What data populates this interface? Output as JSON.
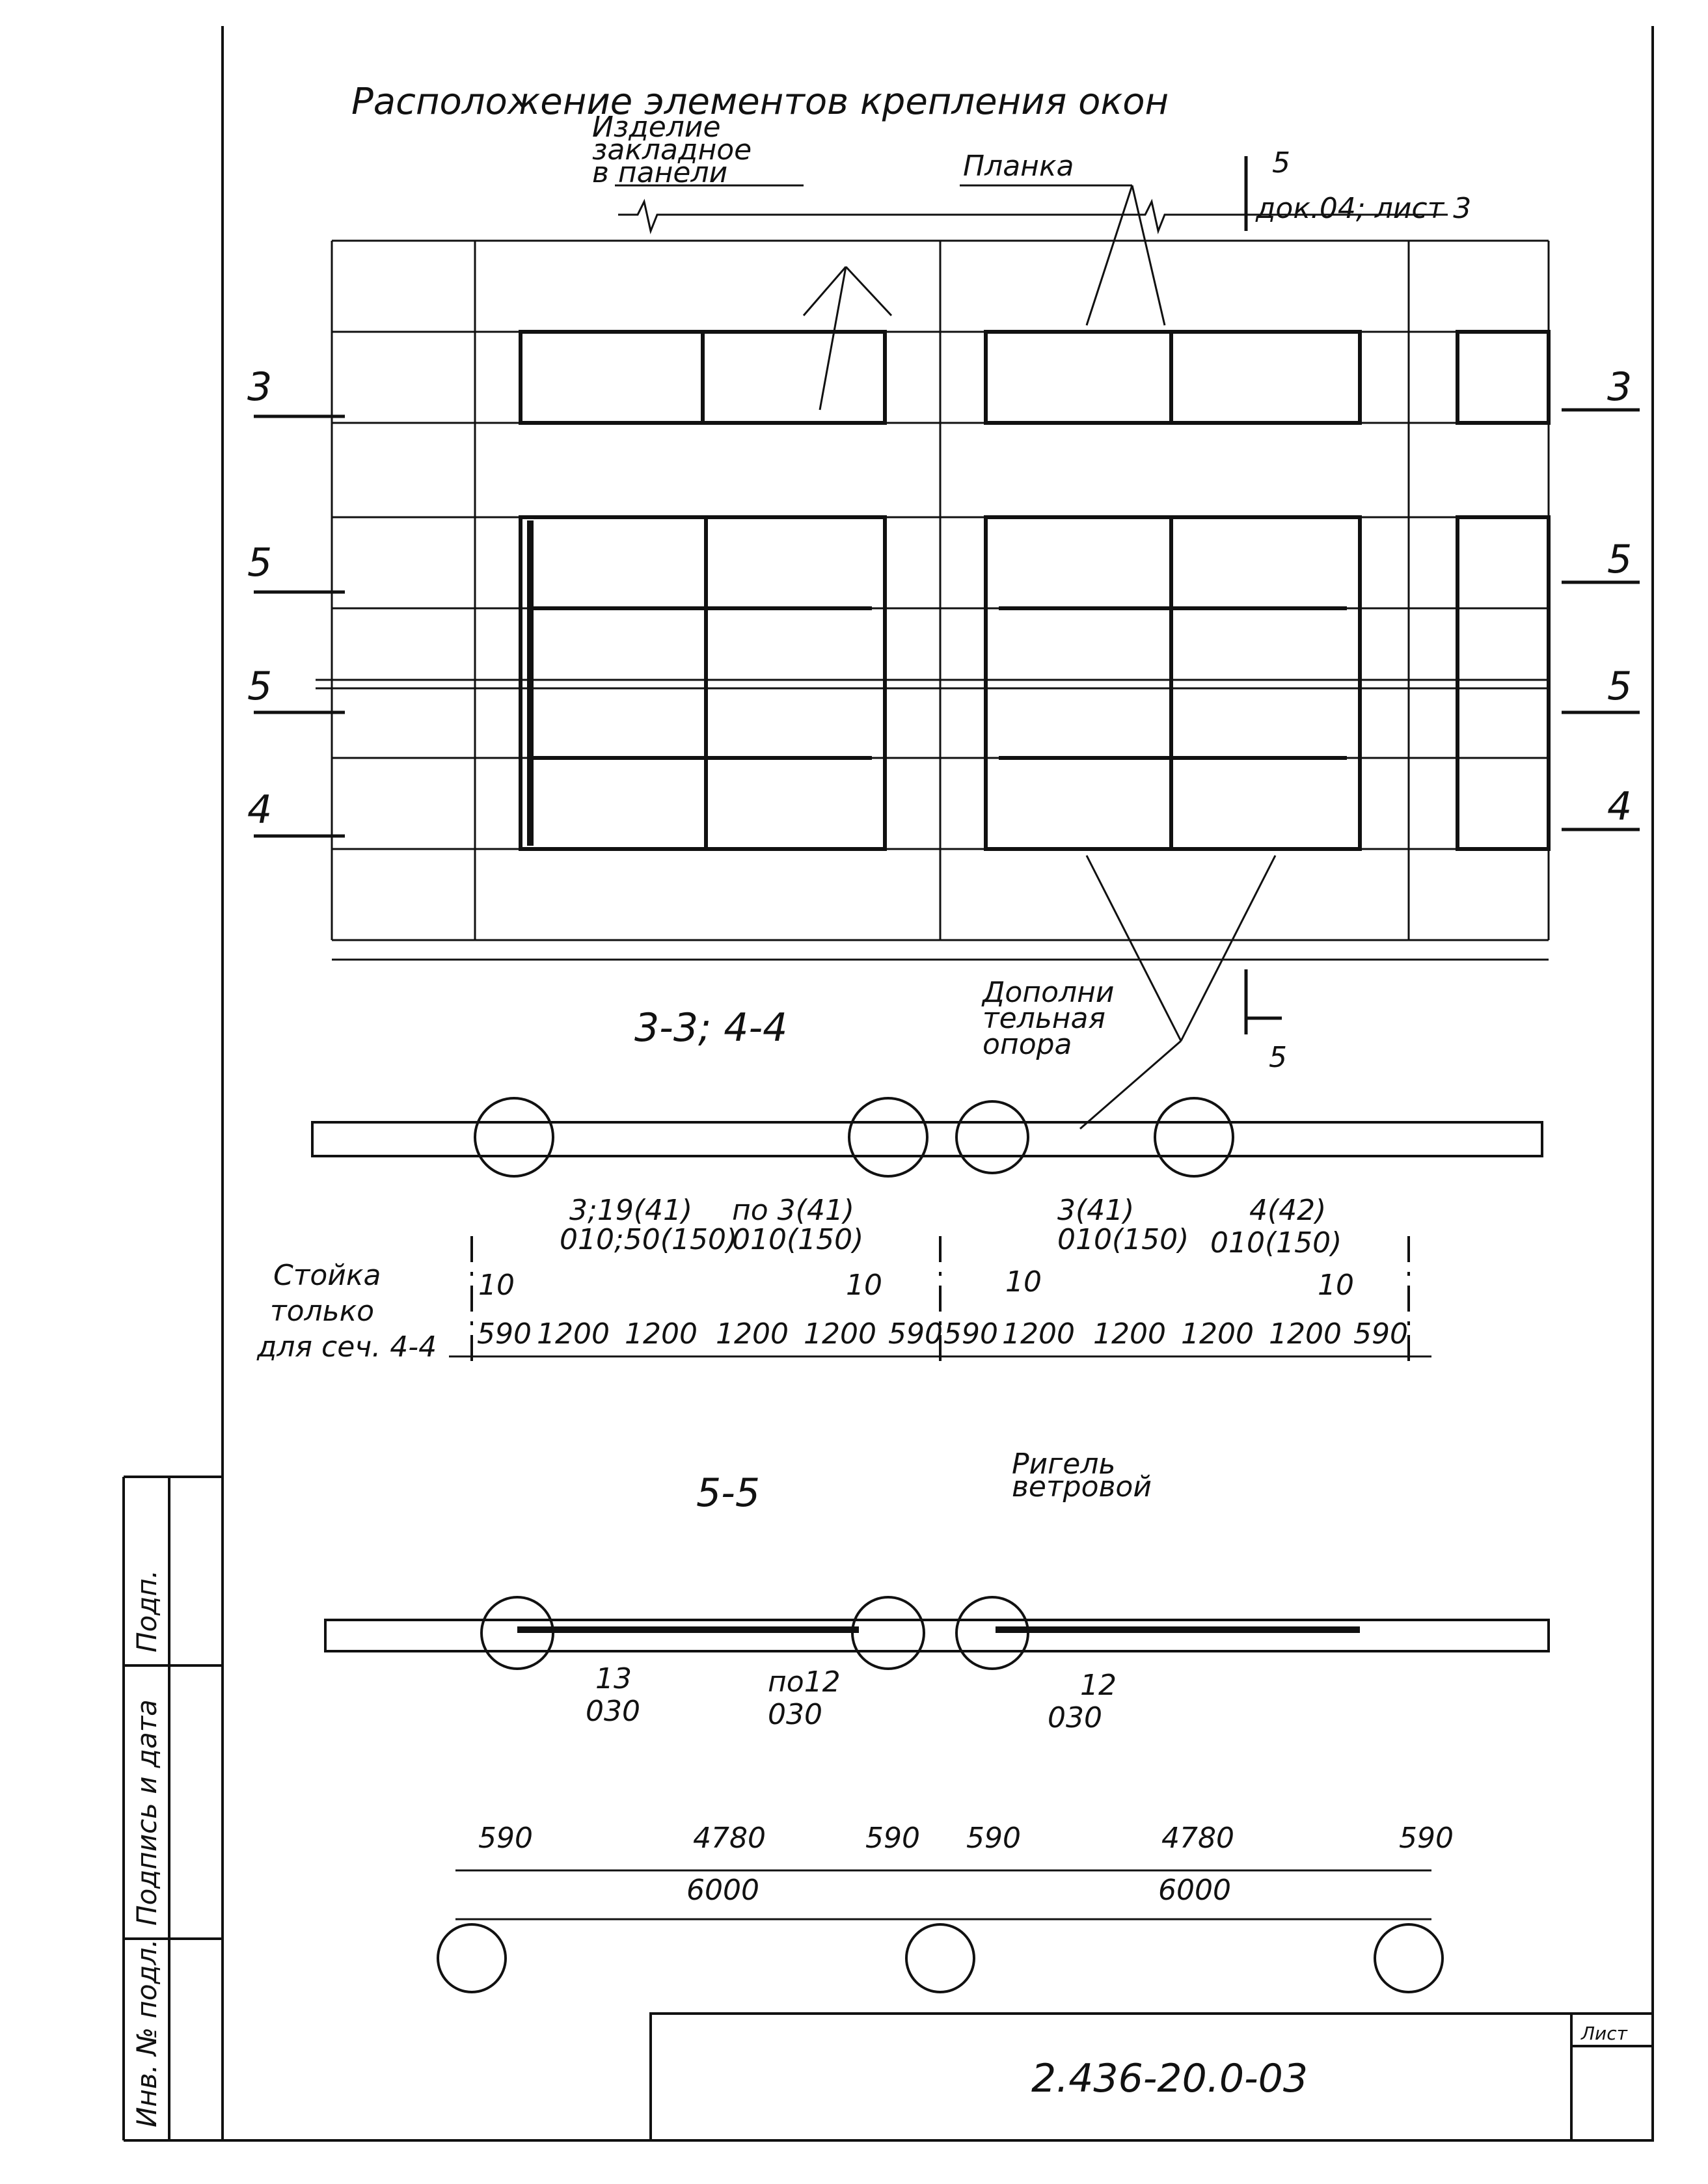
{
  "drawing": {
    "title": "Расположение элементов крепления окон",
    "labels": {
      "embedded_1": "Изделие",
      "embedded_2": "закладное",
      "embedded_3": "в панели",
      "plate": "Планка",
      "extra_1": "Дополни",
      "extra_2": "тельная",
      "extra_3": "опора",
      "post_1": "Стойка",
      "post_2": "только",
      "post_3": "для сеч. 4-4",
      "beam_1": "Ригель",
      "beam_2": "ветровой"
    },
    "ref": {
      "num": "5",
      "doc": "док.04; лист 3",
      "num_lower": "5"
    },
    "cuts": {
      "l1": "3",
      "l2": "5",
      "l3": "5",
      "l4": "4",
      "r1": "3",
      "r2": "5",
      "r3": "5",
      "r4": "4"
    },
    "sections": {
      "s1": "3-3; 4-4",
      "s2": "5-5"
    },
    "callouts": {
      "c1_top": "3;19(41)",
      "c1_bot": "010;50(150)",
      "c2_top": "по 3(41)",
      "c2_bot": "010(150)",
      "c3_top": "3(41)",
      "c3_bot": "010(150)",
      "c4_top": "4(42)",
      "c4_bot": "010(150)",
      "c5_top": "13",
      "c5_bot": "030",
      "c6_top": "по12",
      "c6_bot": "030",
      "c7_top": "12",
      "c7_bot": "030",
      "gap_a": "10",
      "gap_b": "10",
      "gap_c": "10",
      "gap_d": "10"
    },
    "dims_row1": [
      "590",
      "1200",
      "1200",
      "1200",
      "1200",
      "590",
      "590",
      "1200",
      "1200",
      "1200",
      "1200",
      "590"
    ],
    "dims_row2": [
      "590",
      "4780",
      "590",
      "590",
      "4780",
      "590"
    ],
    "dims_row3": [
      "6000",
      "6000"
    ]
  },
  "side": {
    "f1": "Инв. № подл.",
    "f2": "Подпись и дата",
    "f3": "Подп."
  },
  "stamp": {
    "code": "2.436-20.0-03",
    "sheet_label": "Лист"
  }
}
